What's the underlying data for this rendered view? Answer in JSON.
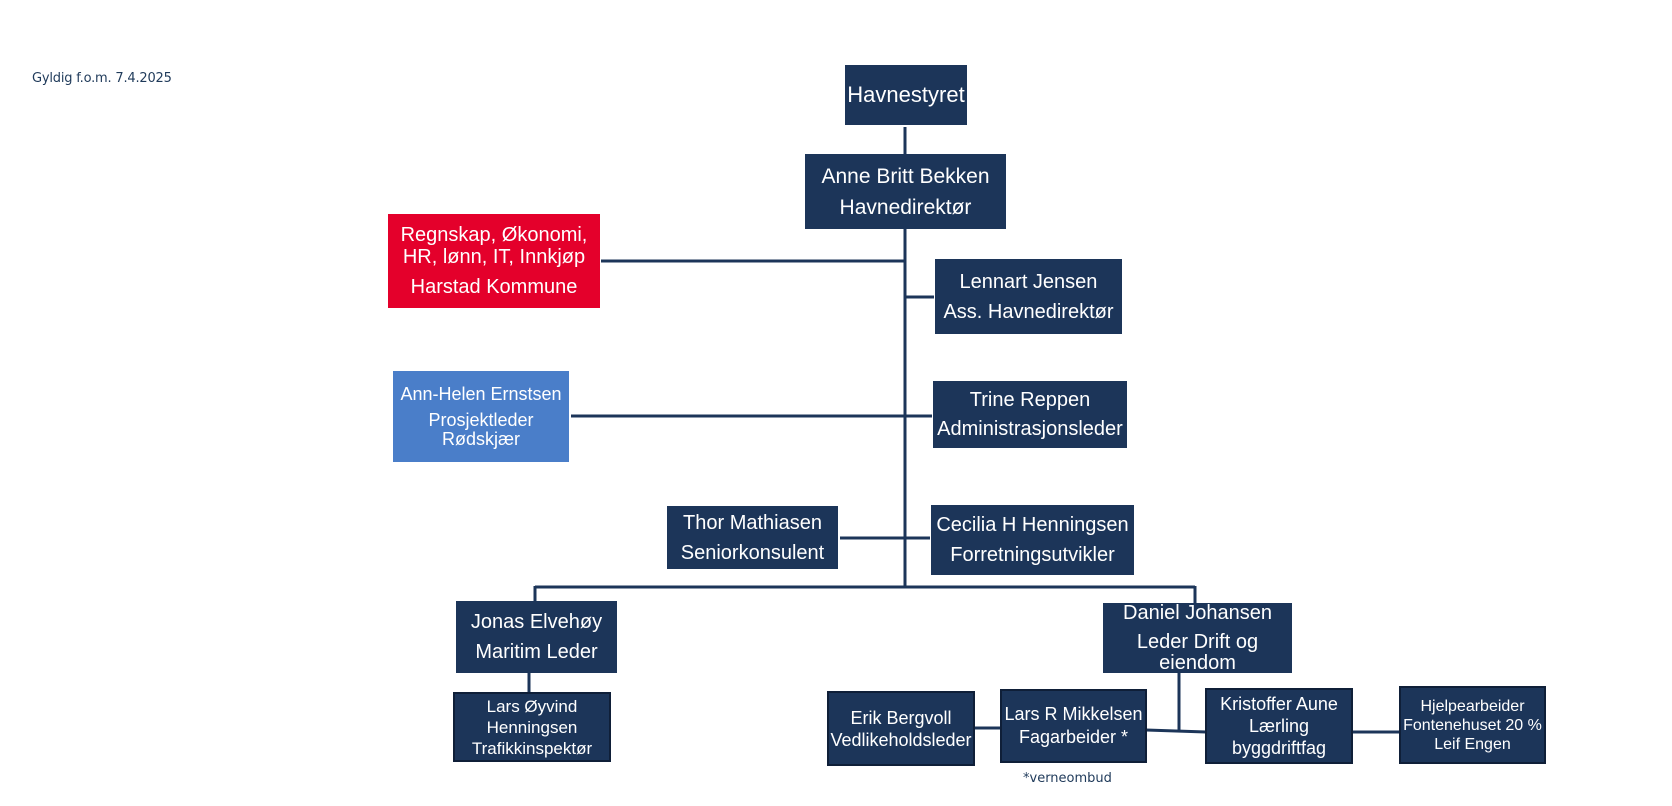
{
  "validity": "Gyldig f.o.m. 7.4.2025",
  "nodes": {
    "board": {
      "line1": "Havnestyret"
    },
    "director": {
      "line1": "Anne Britt Bekken",
      "line2": "Havnedirektør"
    },
    "finance": {
      "line1": "Regnskap, Økonomi,",
      "line2": "HR, lønn, IT, Innkjøp",
      "line3": "Harstad Kommune"
    },
    "ass_director": {
      "line1": "Lennart Jensen",
      "line2": "Ass. Havnedirektør"
    },
    "project": {
      "line1": "Ann-Helen Ernstsen",
      "line2": "Prosjektleder",
      "line3": "Rødskjær"
    },
    "admin": {
      "line1": "Trine Reppen",
      "line2": "Administrasjonsleder"
    },
    "senior": {
      "line1": "Thor Mathiasen",
      "line2": "Seniorkonsulent"
    },
    "business": {
      "line1": "Cecilia H Henningsen",
      "line2": "Forretningsutvikler"
    },
    "maritime": {
      "line1": "Jonas Elvehøy",
      "line2": "Maritim Leder"
    },
    "traffic": {
      "line1": "Lars Øyvind",
      "line2": "Henningsen",
      "line3": "Trafikkinspektør"
    },
    "operations": {
      "line1": "Daniel Johansen",
      "line2": "Leder Drift og",
      "line3": "eiendom"
    },
    "maintenance": {
      "line1": "Erik Bergvoll",
      "line2": "Vedlikeholdsleder"
    },
    "craftsman": {
      "line1": "Lars R Mikkelsen",
      "line2": "Fagarbeider *"
    },
    "apprentice": {
      "line1": "Kristoffer Aune",
      "line2": "Lærling",
      "line3": "byggdriftfag"
    },
    "helper": {
      "line1": "Hjelpearbeider",
      "line2": "Fontenehuset 20 %",
      "line3": "Leif Engen"
    }
  },
  "footnote": "*verneombud",
  "colors": {
    "box": "#1c3559",
    "red": "#e4002b",
    "lightblue": "#4a7ec9",
    "line": "#1c3559"
  }
}
